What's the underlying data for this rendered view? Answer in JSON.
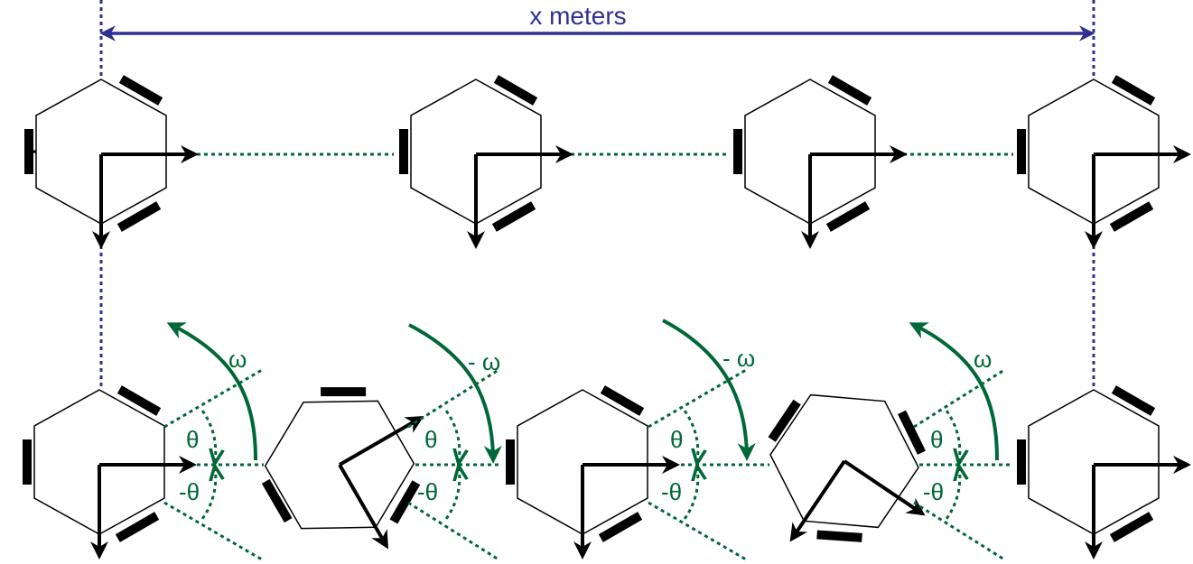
{
  "labels": {
    "distance": "x meters",
    "omega_pos": "ω",
    "omega_neg": "- ω",
    "theta_pos": "θ",
    "theta_neg": "-θ"
  },
  "colors": {
    "blue": "#2e3192",
    "green": "#006837",
    "black": "#000000"
  }
}
